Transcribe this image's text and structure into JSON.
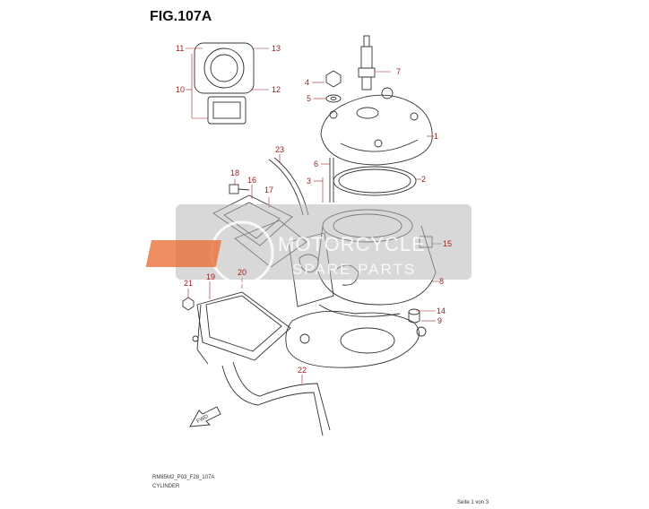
{
  "figure": {
    "title": "FIG.107A",
    "code": "RM85M2_P03_F28_107A",
    "caption": "CYLINDER",
    "page": "Seite 1 von 3"
  },
  "callouts": [
    "1",
    "2",
    "3",
    "4",
    "5",
    "6",
    "7",
    "8",
    "9",
    "10",
    "11",
    "12",
    "13",
    "14",
    "15",
    "16",
    "17",
    "18",
    "19",
    "20",
    "21",
    "22",
    "23"
  ],
  "watermark": {
    "line1": "MOTORCYCLE",
    "line2": "SPARE PARTS"
  },
  "colors": {
    "callout": "#9a2222",
    "watermark_band": "#b8b8b8",
    "watermark_logo": "#e8703a"
  },
  "icons": {
    "fwd_arrow": "FWD"
  }
}
